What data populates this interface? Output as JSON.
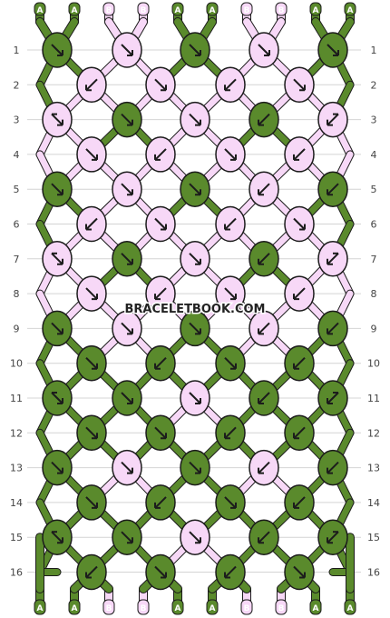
{
  "watermark": "BRACELETBOOK.COM",
  "colors": {
    "A": "#5a8a2c",
    "B": "#f7d8f7",
    "outline": "#1c1c1c",
    "grid": "#d4d4d4"
  },
  "strands_top": [
    "A",
    "A",
    "B",
    "B",
    "A",
    "A",
    "B",
    "B",
    "A",
    "A"
  ],
  "strands_bottom": [
    "A",
    "A",
    "B",
    "B",
    "A",
    "A",
    "B",
    "B",
    "A",
    "A"
  ],
  "rows": [
    {
      "label": "1",
      "knots": [
        {
          "c": "A",
          "d": "se"
        },
        {
          "c": "B",
          "d": "se"
        },
        {
          "c": "A",
          "d": "se"
        },
        {
          "c": "B",
          "d": "se"
        },
        {
          "c": "A",
          "d": "se"
        }
      ]
    },
    {
      "label": "2",
      "knots": [
        {
          "c": "B",
          "d": "sw"
        },
        {
          "c": "B",
          "d": "se"
        },
        {
          "c": "B",
          "d": "sw"
        },
        {
          "c": "B",
          "d": "se"
        }
      ]
    },
    {
      "label": "3",
      "knots": [
        {
          "c": "B",
          "d": "rse"
        },
        {
          "c": "A",
          "d": "se"
        },
        {
          "c": "B",
          "d": "se"
        },
        {
          "c": "A",
          "d": "sw"
        },
        {
          "c": "B",
          "d": "rsw"
        }
      ]
    },
    {
      "label": "4",
      "knots": [
        {
          "c": "B",
          "d": "se"
        },
        {
          "c": "B",
          "d": "sw"
        },
        {
          "c": "B",
          "d": "se"
        },
        {
          "c": "B",
          "d": "sw"
        }
      ]
    },
    {
      "label": "5",
      "knots": [
        {
          "c": "A",
          "d": "se"
        },
        {
          "c": "B",
          "d": "se"
        },
        {
          "c": "A",
          "d": "se"
        },
        {
          "c": "B",
          "d": "sw"
        },
        {
          "c": "A",
          "d": "sw"
        }
      ]
    },
    {
      "label": "6",
      "knots": [
        {
          "c": "B",
          "d": "sw"
        },
        {
          "c": "B",
          "d": "se"
        },
        {
          "c": "B",
          "d": "sw"
        },
        {
          "c": "B",
          "d": "se"
        }
      ]
    },
    {
      "label": "7",
      "knots": [
        {
          "c": "B",
          "d": "rse"
        },
        {
          "c": "A",
          "d": "se"
        },
        {
          "c": "B",
          "d": "se"
        },
        {
          "c": "A",
          "d": "sw"
        },
        {
          "c": "B",
          "d": "rsw"
        }
      ]
    },
    {
      "label": "8",
      "knots": [
        {
          "c": "B",
          "d": "se"
        },
        {
          "c": "B",
          "d": "sw"
        },
        {
          "c": "B",
          "d": "se"
        },
        {
          "c": "B",
          "d": "sw"
        }
      ]
    },
    {
      "label": "9",
      "knots": [
        {
          "c": "A",
          "d": "se"
        },
        {
          "c": "B",
          "d": "se"
        },
        {
          "c": "A",
          "d": "se"
        },
        {
          "c": "B",
          "d": "sw"
        },
        {
          "c": "A",
          "d": "sw"
        }
      ]
    },
    {
      "label": "10",
      "knots": [
        {
          "c": "A",
          "d": "se"
        },
        {
          "c": "A",
          "d": "sw"
        },
        {
          "c": "A",
          "d": "se"
        },
        {
          "c": "A",
          "d": "sw"
        }
      ]
    },
    {
      "label": "11",
      "knots": [
        {
          "c": "A",
          "d": "rse"
        },
        {
          "c": "A",
          "d": "se"
        },
        {
          "c": "B",
          "d": "se"
        },
        {
          "c": "A",
          "d": "sw"
        },
        {
          "c": "A",
          "d": "rsw"
        }
      ]
    },
    {
      "label": "12",
      "knots": [
        {
          "c": "A",
          "d": "se"
        },
        {
          "c": "A",
          "d": "se"
        },
        {
          "c": "A",
          "d": "sw"
        },
        {
          "c": "A",
          "d": "sw"
        }
      ]
    },
    {
      "label": "13",
      "knots": [
        {
          "c": "A",
          "d": "se"
        },
        {
          "c": "B",
          "d": "se"
        },
        {
          "c": "A",
          "d": "se"
        },
        {
          "c": "B",
          "d": "sw"
        },
        {
          "c": "A",
          "d": "sw"
        }
      ]
    },
    {
      "label": "14",
      "knots": [
        {
          "c": "A",
          "d": "se"
        },
        {
          "c": "A",
          "d": "sw"
        },
        {
          "c": "A",
          "d": "se"
        },
        {
          "c": "A",
          "d": "sw"
        }
      ]
    },
    {
      "label": "15",
      "knots": [
        {
          "c": "A",
          "d": "rse"
        },
        {
          "c": "A",
          "d": "se"
        },
        {
          "c": "B",
          "d": "se"
        },
        {
          "c": "A",
          "d": "sw"
        },
        {
          "c": "A",
          "d": "rsw"
        }
      ]
    },
    {
      "label": "16",
      "knots": [
        {
          "c": "A",
          "d": "sw"
        },
        {
          "c": "A",
          "d": "se"
        },
        {
          "c": "A",
          "d": "sw"
        },
        {
          "c": "A",
          "d": "se"
        }
      ]
    }
  ]
}
